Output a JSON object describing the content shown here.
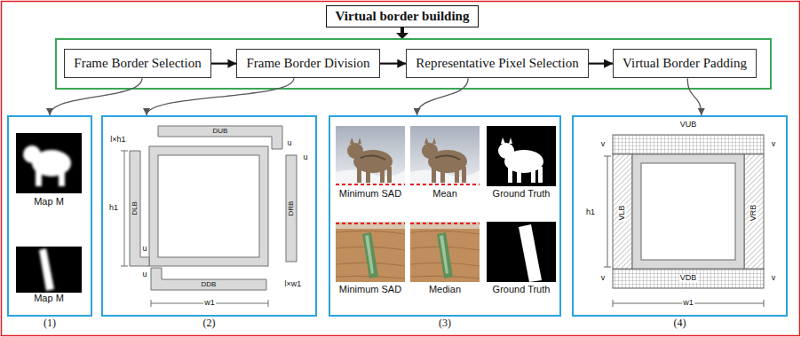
{
  "diagram": {
    "nodes": [
      {
        "text": [
          "Virtual border building"
        ]
      },
      {
        "text": [
          "Frame Border Selection"
        ]
      },
      {
        "text": [
          "Frame Border Division"
        ]
      },
      {
        "text": [
          "Representative Pixel Selection"
        ]
      },
      {
        "text": [
          "Virtual Border Padding"
        ]
      },
      {
        "text": [
          "(1)"
        ]
      },
      {
        "text": [
          "(2)"
        ]
      },
      {
        "text": [
          "(3)"
        ]
      },
      {
        "text": [
          "(4)"
        ]
      }
    ],
    "edges": [
      {
        "from": 1,
        "to": 2,
        "arrow": "to"
      },
      {
        "from": 2,
        "to": 3,
        "arrow": "to"
      },
      {
        "from": 3,
        "to": 4,
        "arrow": "to"
      },
      {
        "from": 1,
        "to": 5,
        "arrow": "to"
      },
      {
        "from": 2,
        "to": 6,
        "arrow": "to"
      },
      {
        "from": 3,
        "to": 7,
        "arrow": "to"
      },
      {
        "from": 4,
        "to": 8,
        "arrow": "to"
      }
    ],
    "labels": [
      "Map M",
      "Map M",
      "DUB",
      "l×h1",
      "u",
      "DLB",
      "h1",
      "u",
      "DRB",
      "u",
      "u",
      "DDB",
      "l×w1",
      "w1",
      "Minimum SAD",
      "Mean",
      "Ground Truth",
      "Minimum SAD",
      "Median",
      "Ground Truth",
      "v",
      "VUB",
      "v",
      "VLB",
      "VRB",
      "h1",
      "v",
      "VDB",
      "v",
      "w1"
    ]
  }
}
